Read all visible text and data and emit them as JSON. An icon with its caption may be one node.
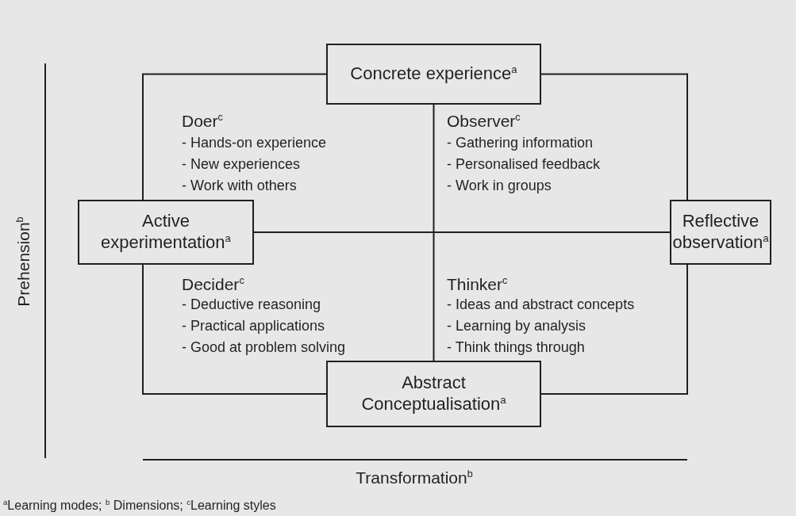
{
  "diagram": {
    "nodes": [
      {
        "text": [
          "Concrete experience$^{a}$"
        ]
      },
      {
        "text": [
          "Active experimentation$^{a}$"
        ]
      },
      {
        "text": [
          "Reflective observation$^{a}$"
        ]
      },
      {
        "text": [
          "Abstract Conceptualisation$^{a}$"
        ]
      }
    ],
    "edges": [
      {
        "from": 0,
        "to": 1,
        "arrow": "none"
      },
      {
        "from": 0,
        "to": 2,
        "arrow": "none"
      },
      {
        "from": 1,
        "to": 3,
        "arrow": "none"
      },
      {
        "from": 2,
        "to": 3,
        "arrow": "none"
      },
      {
        "from": 0,
        "to": 3,
        "arrow": "none"
      },
      {
        "from": 1,
        "to": 2,
        "arrow": "none"
      }
    ],
    "labels": [
      "Doer$^{c}$",
      "- Hands-on experience",
      "- New experiences",
      "- Work with others",
      "Observer$^{c}$",
      "- Gathering information",
      "- Personalised feedback",
      "- Work in groups",
      "Prehension$^{b}$",
      "Decider$^{c}$",
      "- Deductive reasoning",
      "- Practical applications",
      "- Good at problem solving",
      "Thinker$^{c}$",
      "- Ideas and abstract concepts",
      "- Learning by analysis",
      "- Think things through",
      "Transformation$^{b}$"
    ],
    "caption": "$^{a}$Learning modes; $^{b}$ Dimensions; $^{c}$Learning styles"
  }
}
